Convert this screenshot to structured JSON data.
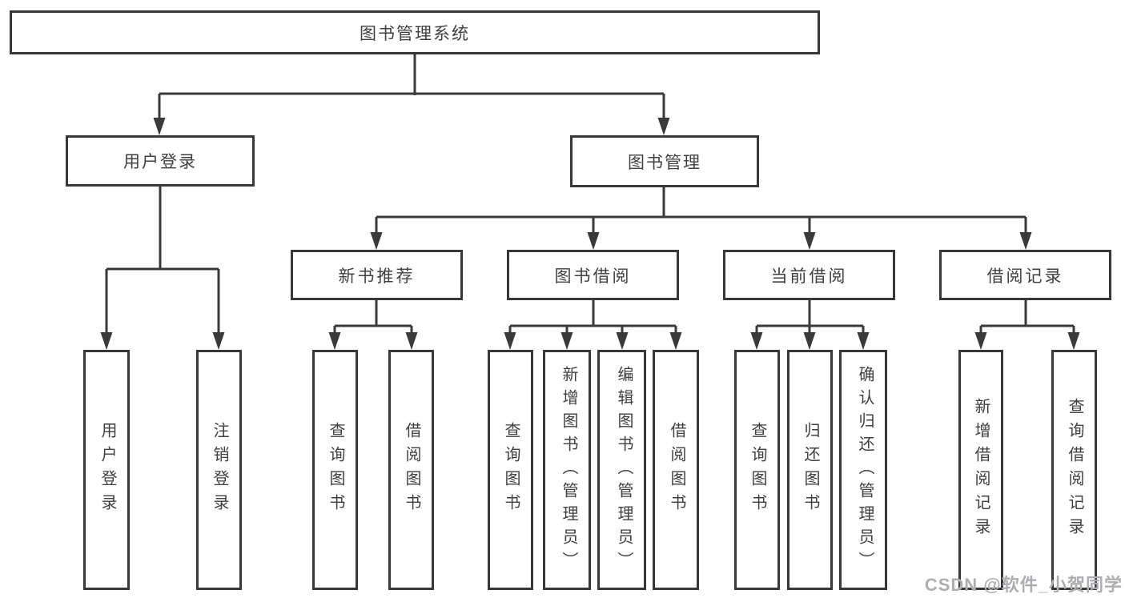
{
  "diagram": {
    "type": "tree",
    "root": {
      "label": "图书管理系统",
      "children": [
        {
          "label": "用户登录",
          "children": [
            {
              "label": "用户登录"
            },
            {
              "label": "注销登录"
            }
          ]
        },
        {
          "label": "图书管理",
          "children": [
            {
              "label": "新书推荐",
              "children": [
                {
                  "label": "查询图书"
                },
                {
                  "label": "借阅图书"
                }
              ]
            },
            {
              "label": "图书借阅",
              "children": [
                {
                  "label": "查询图书"
                },
                {
                  "label": "新增图书（管理员）"
                },
                {
                  "label": "编辑图书（管理员）"
                },
                {
                  "label": "借阅图书"
                }
              ]
            },
            {
              "label": "当前借阅",
              "children": [
                {
                  "label": "查询图书"
                },
                {
                  "label": "归还图书"
                },
                {
                  "label": "确认归还（管理员）"
                }
              ]
            },
            {
              "label": "借阅记录",
              "children": [
                {
                  "label": "新增借阅记录"
                },
                {
                  "label": "查询借阅记录"
                }
              ]
            }
          ]
        }
      ]
    },
    "line_color": "#3a3a3a",
    "box_background": "#ffffff"
  },
  "watermark": {
    "text": "CSDN @软件_小贺同学"
  }
}
